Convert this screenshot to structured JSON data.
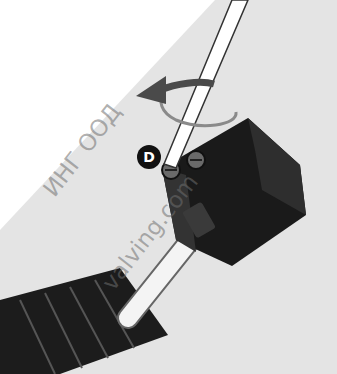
{
  "diagram": {
    "nodes": [
      {
        "text": [
          "D"
        ]
      }
    ],
    "labels": [
      "ИНГ ООД",
      "valving.com"
    ]
  }
}
